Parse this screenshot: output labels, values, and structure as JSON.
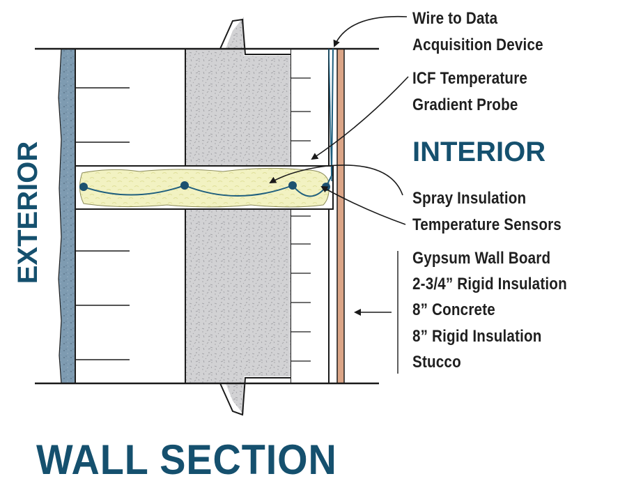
{
  "labels": {
    "wire_line1": "Wire to Data",
    "wire_line2": "Acquisition Device",
    "probe_line1": "ICF Temperature",
    "probe_line2": "Gradient Probe",
    "interior": "INTERIOR",
    "sensors_line1": "Spray Insulation",
    "sensors_line2": "Temperature Sensors",
    "layers": [
      "Gypsum Wall Board",
      "2-3/4” Rigid Insulation",
      "8” Concrete",
      "8” Rigid Insulation",
      "Stucco"
    ],
    "exterior": "EXTERIOR",
    "title": "WALL SECTION"
  },
  "colors": {
    "heading": "#15506e",
    "text": "#1f1f1f",
    "line": "#1a1a1a",
    "stucco": "#7e9bb1",
    "concrete": "#d2d2d4",
    "spray_foam": "#f2f2c2",
    "gypsum": "#dba587",
    "wire": "#1f5f7e",
    "sensor": "#1c5170"
  },
  "icons": {
    "concrete_break": "break-line-icon",
    "sensor": "sensor-dot-icon"
  }
}
